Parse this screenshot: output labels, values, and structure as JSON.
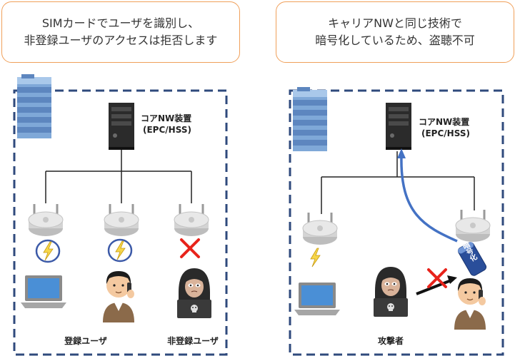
{
  "left_panel": {
    "callout_line1": "SIMカードでユーザを識別し、",
    "callout_line2": "非登録ユーザのアクセスは拒否します",
    "server_label_line1": "コアNW装置",
    "server_label_line2": "(EPC/HSS)",
    "registered_user_label": "登録ユーザ",
    "unregistered_user_label": "非登録ユーザ"
  },
  "right_panel": {
    "callout_line1": "キャリアNWと同じ技術で",
    "callout_line2": "暗号化しているため、盗聴不可",
    "server_label_line1": "コアNW装置",
    "server_label_line2": "(EPC/HSS)",
    "attacker_label": "攻撃者",
    "capsule_text": "暗号化"
  },
  "colors": {
    "dashed_border": "#2f4a7c",
    "callout_border": "#f0a05a",
    "encrypted_path": "#4472c4",
    "deny_mark": "#e8231b",
    "lightning": "#f6d64a"
  }
}
